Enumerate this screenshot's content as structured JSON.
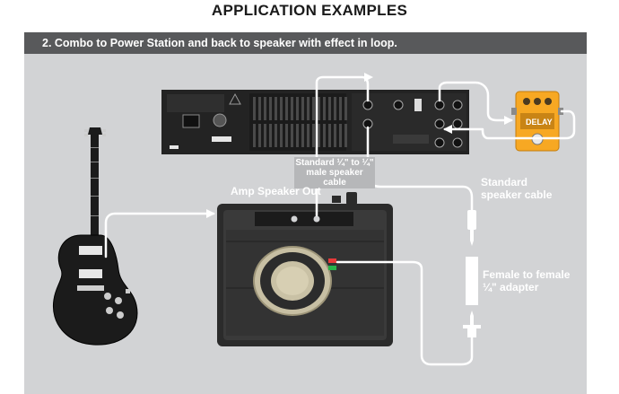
{
  "page": {
    "title": "APPLICATION EXAMPLES"
  },
  "example": {
    "heading": "2. Combo to Power Station and back to speaker with effect in loop."
  },
  "labels": {
    "amp_speaker_out": "Amp Speaker Out",
    "standard_male_cable_line1": "Standard ¼\" to ¼\"",
    "standard_male_cable_line2": "male speaker cable",
    "standard_speaker_cable_line1": "Standard",
    "standard_speaker_cable_line2": "speaker cable",
    "adapter_line1": "Female to female",
    "adapter_line2": "¼\" adapter",
    "pedal_name": "DELAY"
  },
  "icons": {
    "guitar": "electric-guitar-icon",
    "amp": "combo-amp-icon",
    "power_station": "power-station-rear-panel-icon",
    "pedal": "delay-pedal-icon",
    "cable_plug": "quarter-inch-plug-icon",
    "adapter": "female-adapter-icon"
  },
  "colors": {
    "panel": "#d2d3d5",
    "header": "#58595b",
    "cable": "#ffffff",
    "device": "#2b2b2b",
    "pedal": "#f7a823"
  }
}
